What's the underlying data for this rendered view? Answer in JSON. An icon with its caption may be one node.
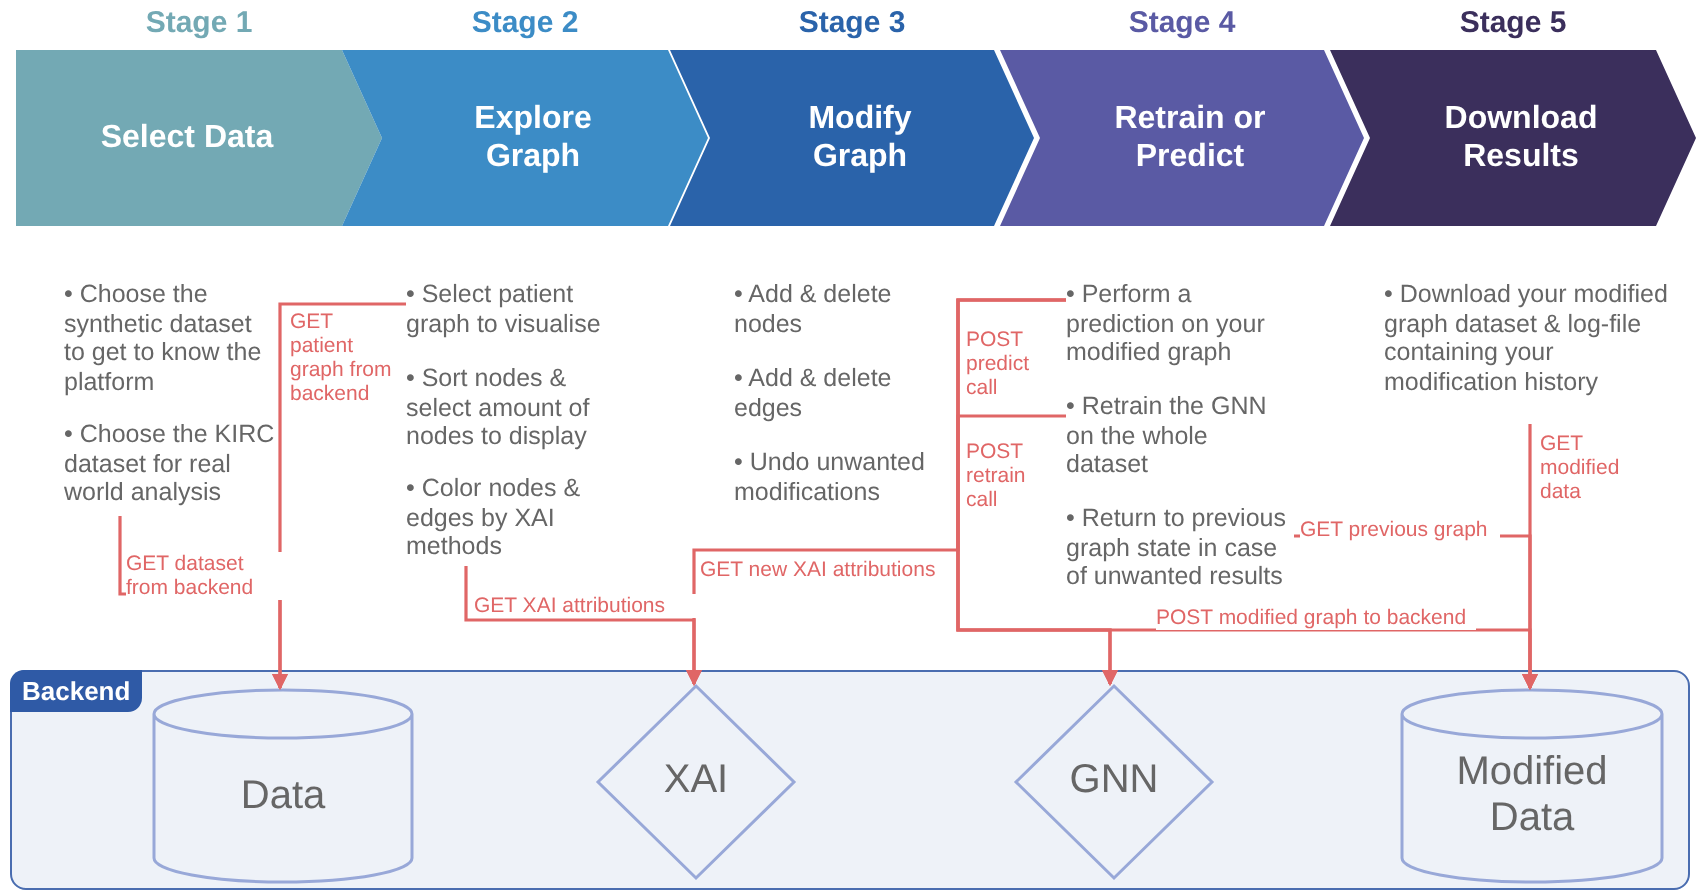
{
  "diagram": {
    "nodes": [
      {
        "text": [
          "Stage 1",
          "Select Data"
        ]
      },
      {
        "text": [
          "Stage 2",
          "Explore Graph"
        ]
      },
      {
        "text": [
          "Stage 3",
          "Modify Graph"
        ]
      },
      {
        "text": [
          "Stage 4",
          "Retrain or Predict"
        ]
      },
      {
        "text": [
          "Stage 5",
          "Download Results"
        ]
      },
      {
        "text": [
          "• Choose the synthetic dataset to get to know the platform"
        ]
      },
      {
        "text": [
          "• Choose the KIRC dataset for real world analysis"
        ]
      },
      {
        "text": [
          "• Select patient graph to visualise"
        ]
      },
      {
        "text": [
          "• Sort nodes & select amount of nodes to display"
        ]
      },
      {
        "text": [
          "• Color nodes & edges by XAI methods"
        ]
      },
      {
        "text": [
          "• Add & delete nodes"
        ]
      },
      {
        "text": [
          "• Add & delete edges"
        ]
      },
      {
        "text": [
          "• Undo unwanted modifications"
        ]
      },
      {
        "text": [
          "• Perform a prediction on your modified graph"
        ]
      },
      {
        "text": [
          "• Retrain the GNN on the whole dataset"
        ]
      },
      {
        "text": [
          "• Return to previous graph state in case of unwanted results"
        ]
      },
      {
        "text": [
          "• Download your modified graph dataset & log-file containing your modification history"
        ]
      },
      {
        "text": [
          "Backend"
        ]
      },
      {
        "text": [
          "Data"
        ],
        "in": 17
      },
      {
        "text": [
          "XAI"
        ],
        "in": 17
      },
      {
        "text": [
          "GNN"
        ],
        "in": 17
      },
      {
        "text": [
          "Modified Data"
        ],
        "in": 17
      }
    ],
    "edges": [
      {
        "from": 6,
        "to": 18,
        "arrow": "to",
        "label": "GET dataset from backend"
      },
      {
        "from": 7,
        "to": 18,
        "arrow": "to",
        "label": "GET patient graph from backend"
      },
      {
        "from": 9,
        "to": 19,
        "arrow": "to",
        "label": "GET XAI attributions"
      },
      {
        "from": 13,
        "to": 20,
        "arrow": "to",
        "label": "POST predict call"
      },
      {
        "from": 14,
        "to": 20,
        "arrow": "to",
        "label": "POST retrain call"
      },
      {
        "from": 13,
        "to": 19,
        "arrow": "to",
        "label": "GET new XAI attributions"
      },
      {
        "from": 15,
        "to": 21,
        "arrow": "to",
        "label": "GET previous graph"
      },
      {
        "from": 16,
        "to": 21,
        "arrow": "to",
        "label": "GET modified data"
      },
      {
        "from": 13,
        "to": 21,
        "arrow": "to",
        "label": "POST modified graph to backend"
      }
    ]
  }
}
